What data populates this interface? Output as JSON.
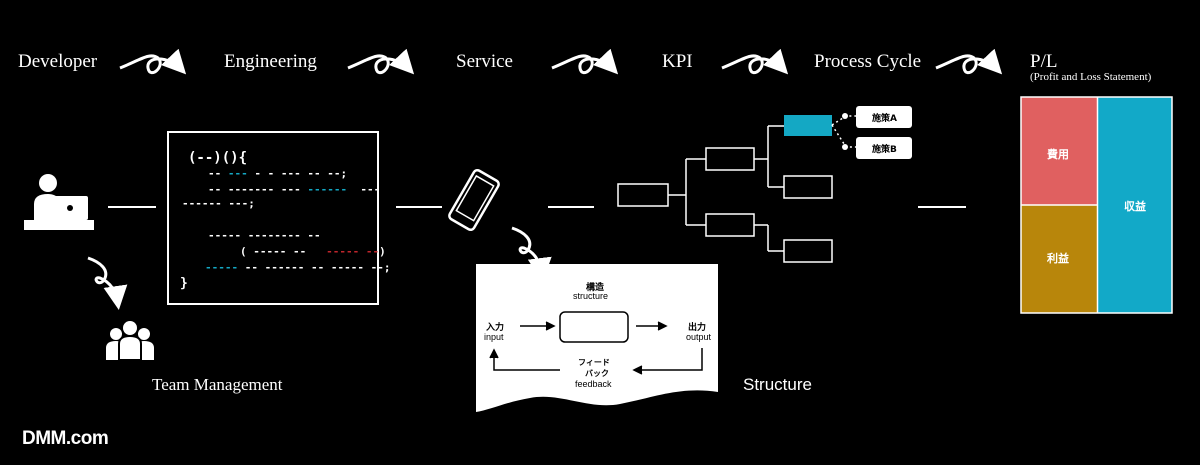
{
  "flow": {
    "steps": [
      "Developer",
      "Engineering",
      "Service",
      "KPI",
      "Process Cycle",
      "P/L"
    ],
    "pl_subtitle": "(Profit and Loss Statement)"
  },
  "labels": {
    "team_management": "Team Management",
    "structure": "Structure"
  },
  "code": {
    "line1": "(--)(){",
    "close": "}"
  },
  "structure_card": {
    "title_jp": "構造",
    "title_en": "structure",
    "input_jp": "入力",
    "input_en": "input",
    "output_jp": "出力",
    "output_en": "output",
    "feedback_jp_1": "フィード",
    "feedback_jp_2": "バック",
    "feedback_en": "feedback"
  },
  "kpi_tree": {
    "measure_a": "施策A",
    "measure_b": "施策B",
    "highlight_color": "#14a8c4"
  },
  "pl": {
    "cost": "費用",
    "profit": "利益",
    "revenue": "収益",
    "cost_color": "#e06060",
    "profit_color": "#b8860b",
    "revenue_color": "#12a9c8"
  },
  "logo": "DMM.com"
}
